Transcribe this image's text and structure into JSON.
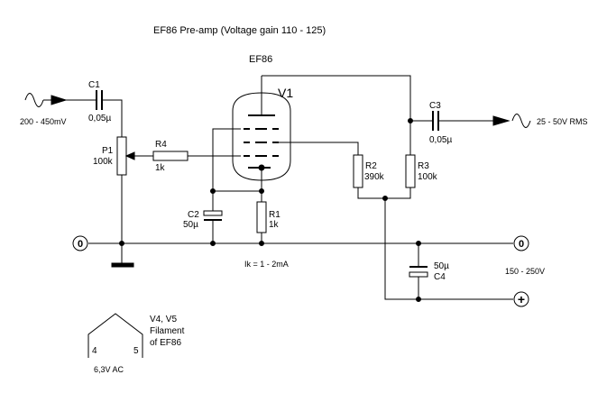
{
  "title": "EF86  Pre-amp  (Voltage gain 110 - 125)",
  "tube": {
    "type": "EF86",
    "ref": "V1"
  },
  "input": {
    "label": "200 - 450mV"
  },
  "output": {
    "label": "25 - 50V RMS"
  },
  "components": {
    "c1": {
      "ref": "C1",
      "value": "0,05µ"
    },
    "c2": {
      "ref": "C2",
      "value": "50µ"
    },
    "c3": {
      "ref": "C3",
      "value": "0,05µ"
    },
    "c4": {
      "ref": "C4",
      "value": "50µ"
    },
    "p1": {
      "ref": "P1",
      "value": "100k"
    },
    "r1": {
      "ref": "R1",
      "value": "1k"
    },
    "r2": {
      "ref": "R2",
      "value": "390k"
    },
    "r3": {
      "ref": "R3",
      "value": "100k"
    },
    "r4": {
      "ref": "R4",
      "value": "1k"
    }
  },
  "rails": {
    "ground_left": "0",
    "ground_right": "0",
    "positive": "+",
    "supply": "150 - 250V"
  },
  "cathode_current": "Ik = 1 - 2mA",
  "filament": {
    "refs": "V4, V5",
    "line1": "Filament",
    "line2": "of EF86",
    "pin_a": "4",
    "pin_b": "5",
    "voltage": "6,3V AC"
  }
}
